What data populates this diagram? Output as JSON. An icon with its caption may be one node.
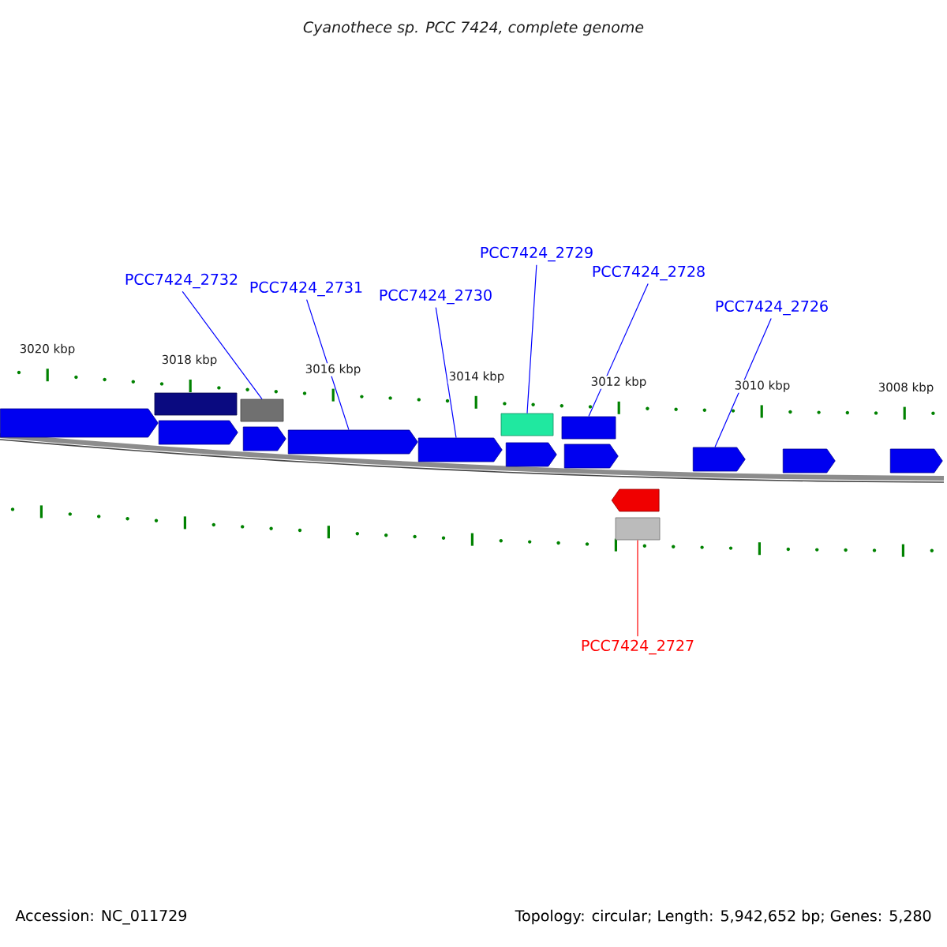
{
  "diagram": {
    "title": "Cyanothece sp. PCC 7424, complete genome",
    "nodes": [
      {
        "text": [
          "PCC7424_2732"
        ]
      },
      {
        "text": [
          "PCC7424_2731"
        ]
      },
      {
        "text": [
          "PCC7424_2730"
        ]
      },
      {
        "text": [
          "PCC7424_2729"
        ]
      },
      {
        "text": [
          "PCC7424_2728"
        ]
      },
      {
        "text": [
          "PCC7424_2726"
        ]
      },
      {
        "text": [
          "PCC7424_2727"
        ]
      },
      {
        "text": [],
        "shape": "box"
      },
      {
        "text": [],
        "shape": "box"
      },
      {
        "text": [],
        "shape": "box"
      },
      {
        "text": [],
        "shape": "box"
      },
      {
        "text": [],
        "shape": "arrow"
      },
      {
        "text": [],
        "shape": "arrow"
      },
      {
        "text": [],
        "shape": "arrow"
      },
      {
        "text": [],
        "shape": "arrow"
      },
      {
        "text": [],
        "shape": "arrow"
      },
      {
        "text": [],
        "shape": "arrow"
      },
      {
        "text": [],
        "shape": "arrow"
      },
      {
        "text": [],
        "shape": "arrow"
      },
      {
        "text": [],
        "shape": "arrow"
      },
      {
        "text": [],
        "shape": "arrow"
      },
      {
        "text": [],
        "shape": "arrow"
      },
      {
        "text": [],
        "shape": "box"
      }
    ],
    "edges": [
      {
        "from": 0,
        "to": 8,
        "arrow": "none"
      },
      {
        "from": 1,
        "to": 14,
        "arrow": "none"
      },
      {
        "from": 2,
        "to": 15,
        "arrow": "none"
      },
      {
        "from": 3,
        "to": 9,
        "arrow": "none"
      },
      {
        "from": 4,
        "to": 10,
        "arrow": "none"
      },
      {
        "from": 5,
        "to": 18,
        "arrow": "none"
      },
      {
        "from": 6,
        "to": 22,
        "arrow": "none",
        "color": "#ff0000"
      }
    ],
    "labels": [
      "3020 kbp",
      "3018 kbp",
      "3016 kbp",
      "3014 kbp",
      "3012 kbp",
      "3010 kbp",
      "3008 kbp",
      "Accession: NC_011729",
      "Topology: circular; Length: 5,942,652 bp; Genes: 5,280"
    ]
  }
}
